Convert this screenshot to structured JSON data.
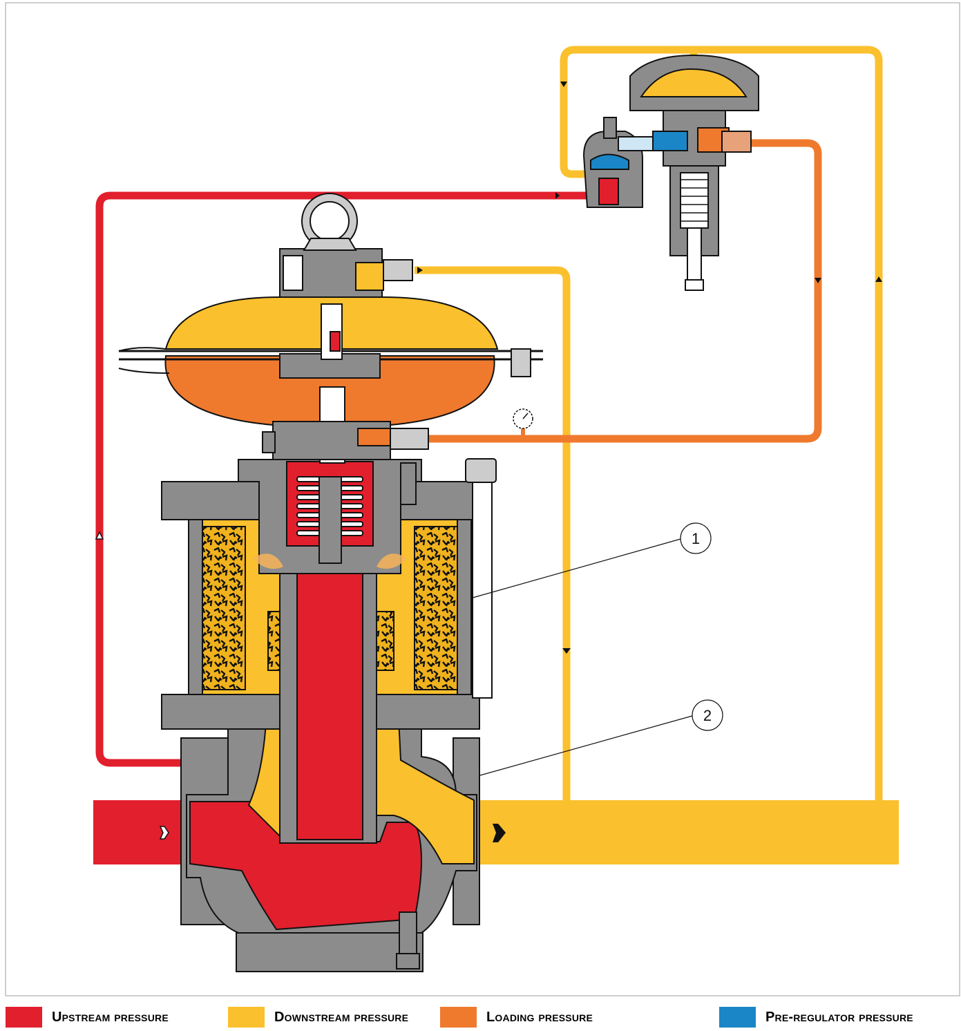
{
  "callouts": [
    {
      "id": "1",
      "label": "1"
    },
    {
      "id": "2",
      "label": "2"
    }
  ],
  "legend": [
    {
      "label": "Upstream pressure",
      "color": "#e21f2d"
    },
    {
      "label": "Downstream pressure",
      "color": "#fbc02d"
    },
    {
      "label": "Loading pressure",
      "color": "#ef7a2e"
    },
    {
      "label": "Pre-regulator pressure",
      "color": "#1a86c7"
    }
  ],
  "colors": {
    "upstream": "#e21f2d",
    "downstream": "#fbc02d",
    "loading": "#ef7a2e",
    "pre_regulator": "#1a86c7",
    "body_metal": "#8c8c8c",
    "filter_media": "#f0b21d"
  }
}
